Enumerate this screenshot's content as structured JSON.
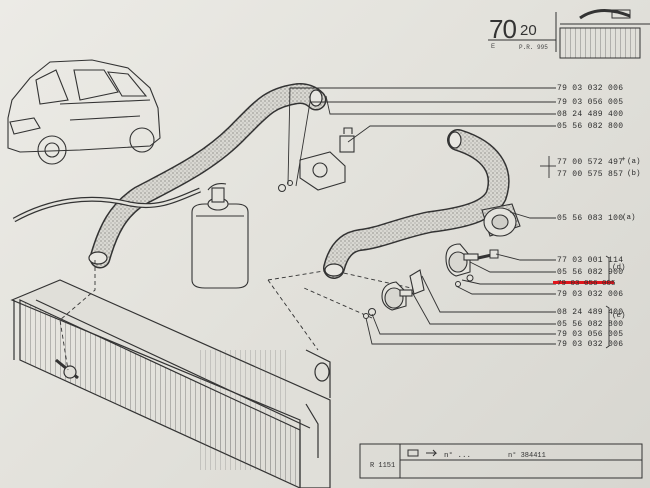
{
  "header": {
    "page_number": "70",
    "page_sub": "20",
    "edition": "E",
    "ref": "P.R. 995"
  },
  "part_numbers": [
    "79 03 032 006",
    "79 03 056 005",
    "08 24 489 400",
    "05 56 082 800",
    "77 00 572 497",
    "77 00 575 857",
    "05 56 083 100",
    "77 03 001 114",
    "05 56 082 900",
    "79 03 056 005",
    "79 03 032 006",
    "08 24 489 400",
    "05 56 082 800",
    "79 03 056 005",
    "79 03 032 006"
  ],
  "part_tags": {
    "plus_mark": "+",
    "a": "(a)",
    "b": "(b)",
    "a_100": "(a)",
    "d": "(d)",
    "e": "(e)"
  },
  "footer": {
    "left": "R 1151",
    "right": "n° 384411",
    "arrow_text": "n° ..."
  },
  "highlight_color": "#e0151b"
}
